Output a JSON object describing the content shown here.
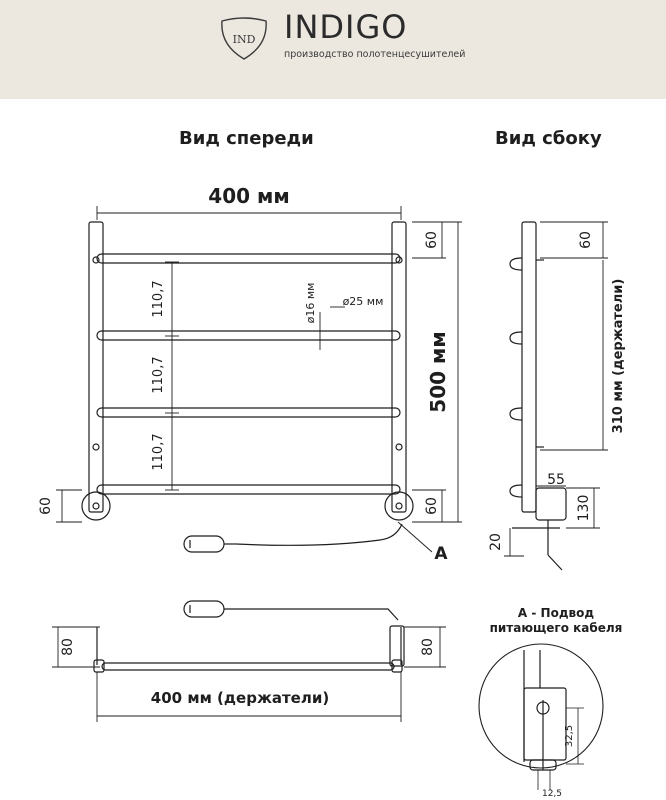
{
  "brand": {
    "logo_text": "IND",
    "name": "INDIGO",
    "tagline": "производство полотенцесушителей"
  },
  "views": {
    "front_title": "Вид спереди",
    "side_title": "Вид сбоку"
  },
  "front": {
    "width_label": "400 мм",
    "height_label": "500 мм",
    "top_offset": "60",
    "bottom_offset_right": "60",
    "bottom_offset_left": "60",
    "spacing_1": "110,7",
    "spacing_2": "110,7",
    "spacing_3": "110,7",
    "pipe_dia": "ø16 мм",
    "rung_dia": "ø25 мм",
    "detail_marker": "A"
  },
  "side": {
    "top_offset": "60",
    "holders_label": "310 мм (держатели)",
    "depth": "55",
    "height_130": "130",
    "height_20": "20"
  },
  "bottom": {
    "width_label": "400 мм (держатели)",
    "left_depth": "80",
    "right_depth": "80"
  },
  "detail": {
    "title_line1": "A - Подвод",
    "title_line2": "питающего кабеля",
    "dim_vertical": "32,5",
    "dim_horizontal": "12,5"
  },
  "colors": {
    "header_bg": "#ece8e0",
    "line": "#1e1e1e"
  }
}
